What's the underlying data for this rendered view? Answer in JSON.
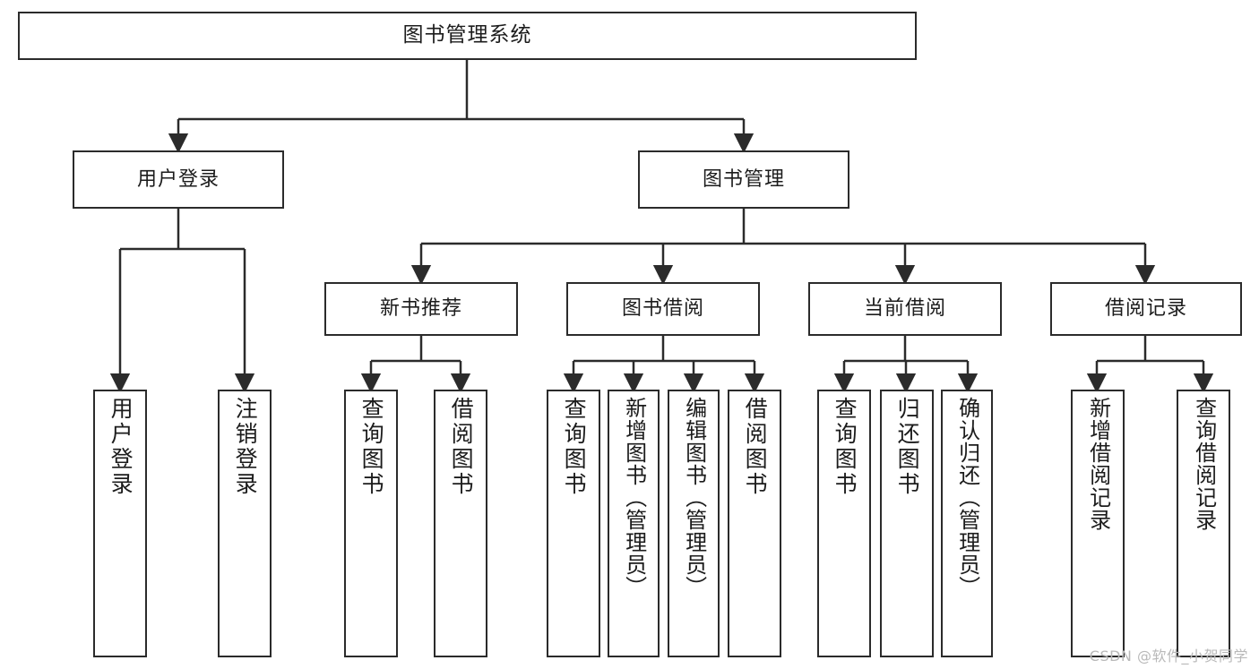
{
  "diagram": {
    "title": "图书管理系统",
    "root": {
      "label": "图书管理系统"
    },
    "level1": [
      {
        "label": "用户登录"
      },
      {
        "label": "图书管理"
      }
    ],
    "level2": [
      {
        "label": "新书推荐"
      },
      {
        "label": "图书借阅"
      },
      {
        "label": "当前借阅"
      },
      {
        "label": "借阅记录"
      }
    ],
    "leaves": {
      "user_login": [
        {
          "label": "用户登录"
        },
        {
          "label": "注销登录"
        }
      ],
      "new_book_recommend": [
        {
          "label": "查询图书"
        },
        {
          "label": "借阅图书"
        }
      ],
      "book_borrow": [
        {
          "label": "查询图书"
        },
        {
          "label": "新增图书（管理员）"
        },
        {
          "label": "编辑图书（管理员）"
        },
        {
          "label": "借阅图书"
        }
      ],
      "current_borrow": [
        {
          "label": "查询图书"
        },
        {
          "label": "归还图书"
        },
        {
          "label": "确认归还（管理员）"
        }
      ],
      "borrow_record": [
        {
          "label": "新增借阅记录"
        },
        {
          "label": "查询借阅记录"
        }
      ]
    }
  },
  "watermark": {
    "text": "CSDN @软件_小贺同学"
  },
  "colors": {
    "box_border": "#2b2b2b",
    "box_fill": "#ffffff",
    "connector": "#2b2b2b",
    "text": "#1c1c1c",
    "watermark": "#b9b9b9"
  }
}
